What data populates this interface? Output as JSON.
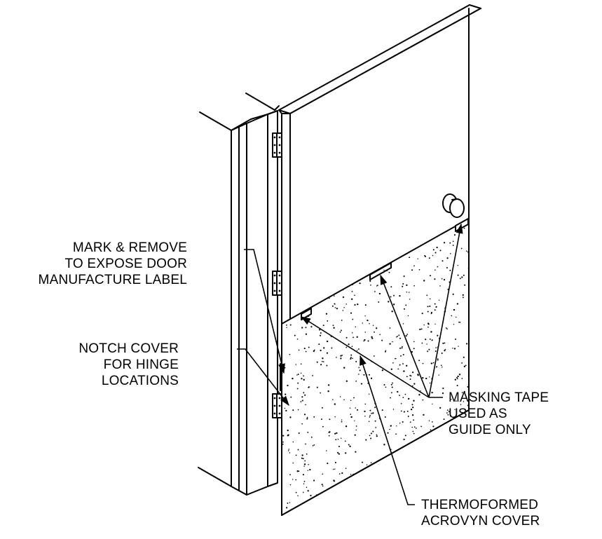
{
  "callouts": {
    "mark_remove": {
      "lines": [
        "MARK & REMOVE",
        "TO EXPOSE DOOR",
        "MANUFACTURE LABEL"
      ]
    },
    "notch_cover": {
      "lines": [
        "NOTCH COVER",
        "FOR HINGE",
        "LOCATIONS"
      ]
    },
    "masking_tape": {
      "lines": [
        "MASKING TAPE",
        "USED AS",
        "GUIDE ONLY"
      ]
    },
    "acrovyn_cover": {
      "lines": [
        "THERMOFORMED",
        "ACROVYN COVER"
      ]
    }
  },
  "colors": {
    "ink": "#000000",
    "paper": "#ffffff"
  }
}
